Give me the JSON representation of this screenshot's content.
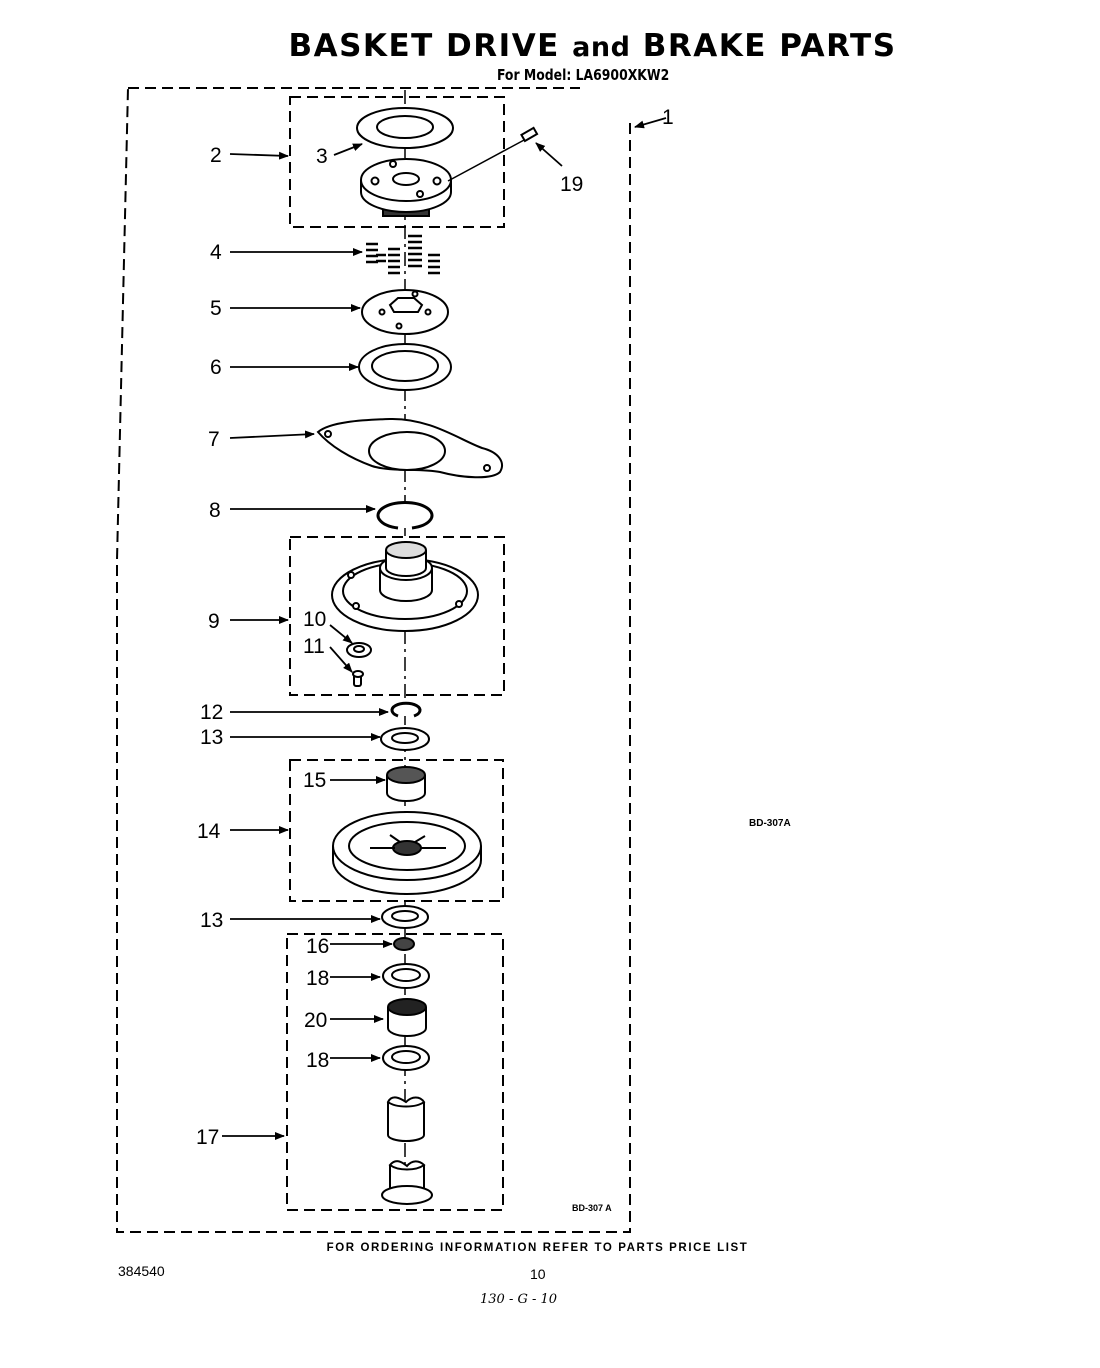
{
  "header": {
    "title_part1": "BASKET DRIVE ",
    "title_part2": "and",
    "title_part3": " BRAKE PARTS",
    "subtitle": "For Model: LA6900XKW2"
  },
  "diagram_codes": {
    "right": "BD-307A",
    "box": "BD-307 A"
  },
  "footer": {
    "notice": "FOR ORDERING INFORMATION REFER TO PARTS PRICE LIST",
    "part_number": "384540",
    "page_number": "10",
    "handwritten": "130 - G - 10"
  },
  "callouts": {
    "c1": "1",
    "c2": "2",
    "c3": "3",
    "c4": "4",
    "c5": "5",
    "c6": "6",
    "c7": "7",
    "c8": "8",
    "c9": "9",
    "c10": "10",
    "c11": "11",
    "c12": "12",
    "c13a": "13",
    "c13b": "13",
    "c14": "14",
    "c15": "15",
    "c16": "16",
    "c17": "17",
    "c18a": "18",
    "c18b": "18",
    "c19": "19",
    "c20": "20"
  }
}
